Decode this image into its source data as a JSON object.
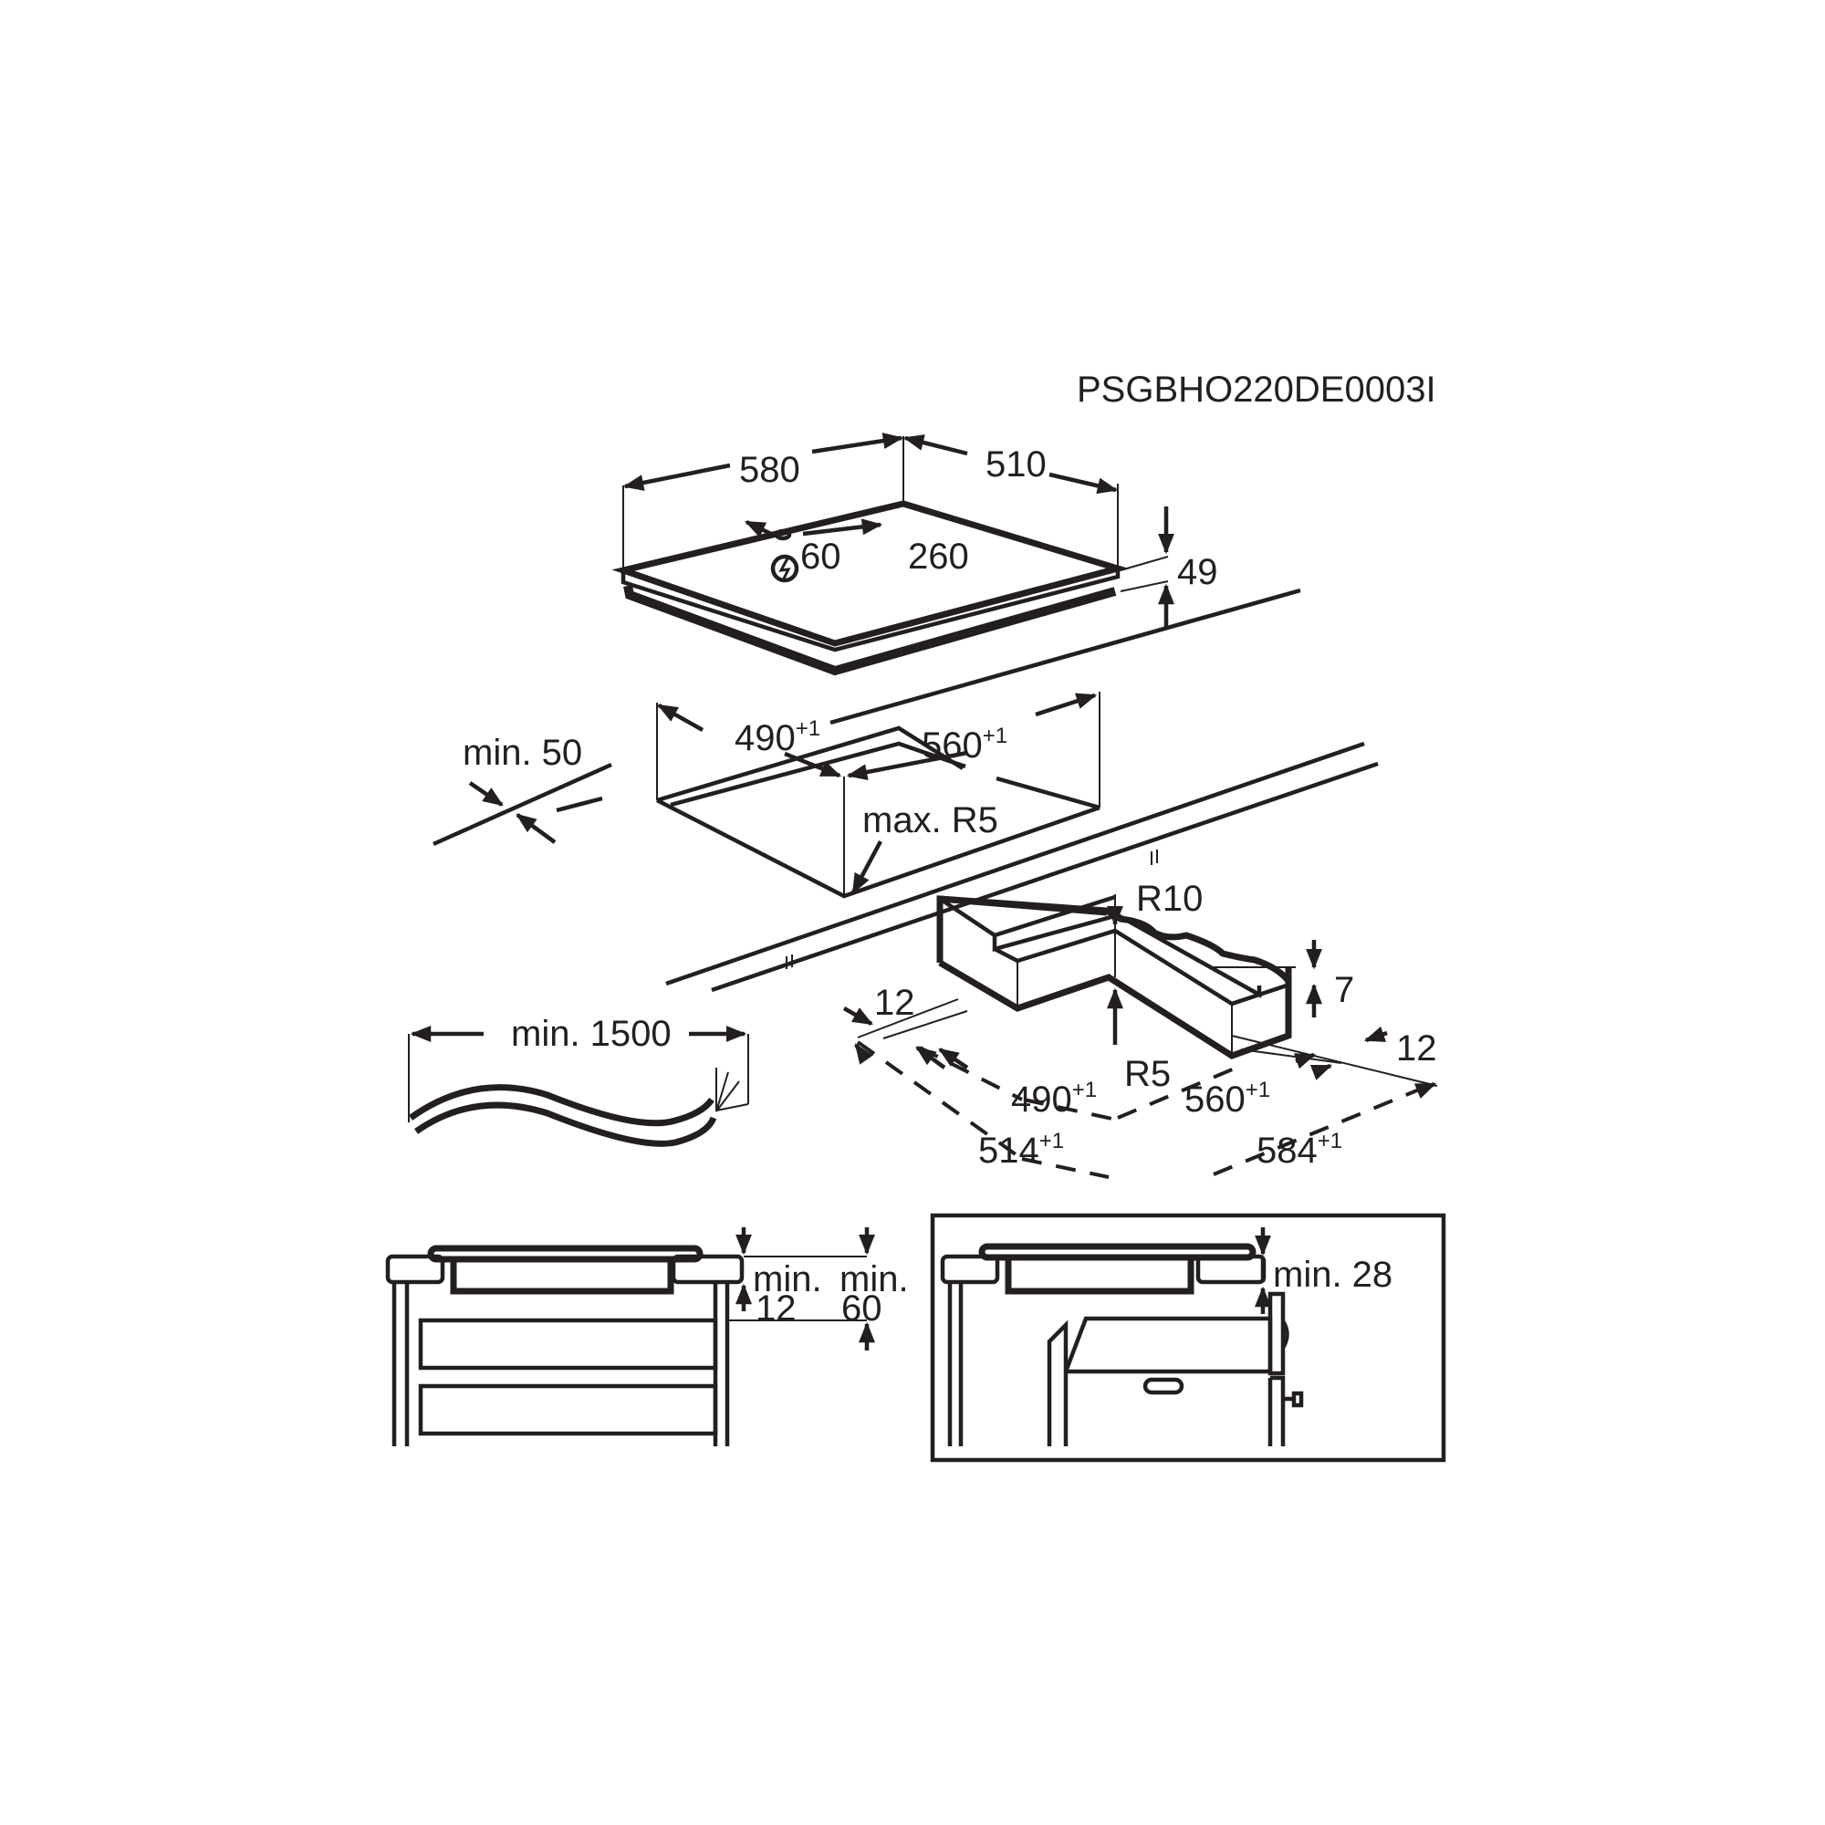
{
  "drawing": {
    "code": "PSGBHO220DE0003I",
    "hob": {
      "width": "580",
      "depth": "510",
      "height": "49",
      "cable_offset_left": "60",
      "cable_offset_right": "260",
      "electric_symbol": "lightning-bolt-in-circle"
    },
    "cutout": {
      "depth": "490",
      "depth_tol": "+1",
      "width": "560",
      "width_tol": "+1",
      "corner_radius": "max. R5",
      "min_front_distance": "min. 50"
    },
    "cable": {
      "min_length": "min. 1500"
    },
    "seal_detail": {
      "outer_radius": "R10",
      "inner_radius": "R5",
      "thickness": "7",
      "left_margin": "12",
      "right_margin": "12",
      "inner_depth": "490",
      "inner_depth_tol": "+1",
      "inner_width": "560",
      "inner_width_tol": "+1",
      "outer_depth": "514",
      "outer_depth_tol": "+1",
      "outer_width": "584",
      "outer_width_tol": "+1"
    },
    "section_drawers": {
      "gap_label_1": "min.",
      "gap_value_1": "12",
      "gap_label_2": "min.",
      "gap_value_2": "60"
    },
    "section_oven": {
      "gap_label": "min. 28"
    }
  }
}
